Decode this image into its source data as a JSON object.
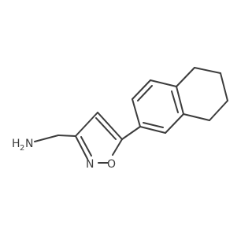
{
  "molecule": {
    "atom_labels": {
      "amine": "H",
      "amine_sub": "2",
      "amine_n": "N",
      "ring_n": "N",
      "ring_o": "O"
    },
    "colors": {
      "bond": "#3c3c3c",
      "background": "#ffffff"
    }
  }
}
